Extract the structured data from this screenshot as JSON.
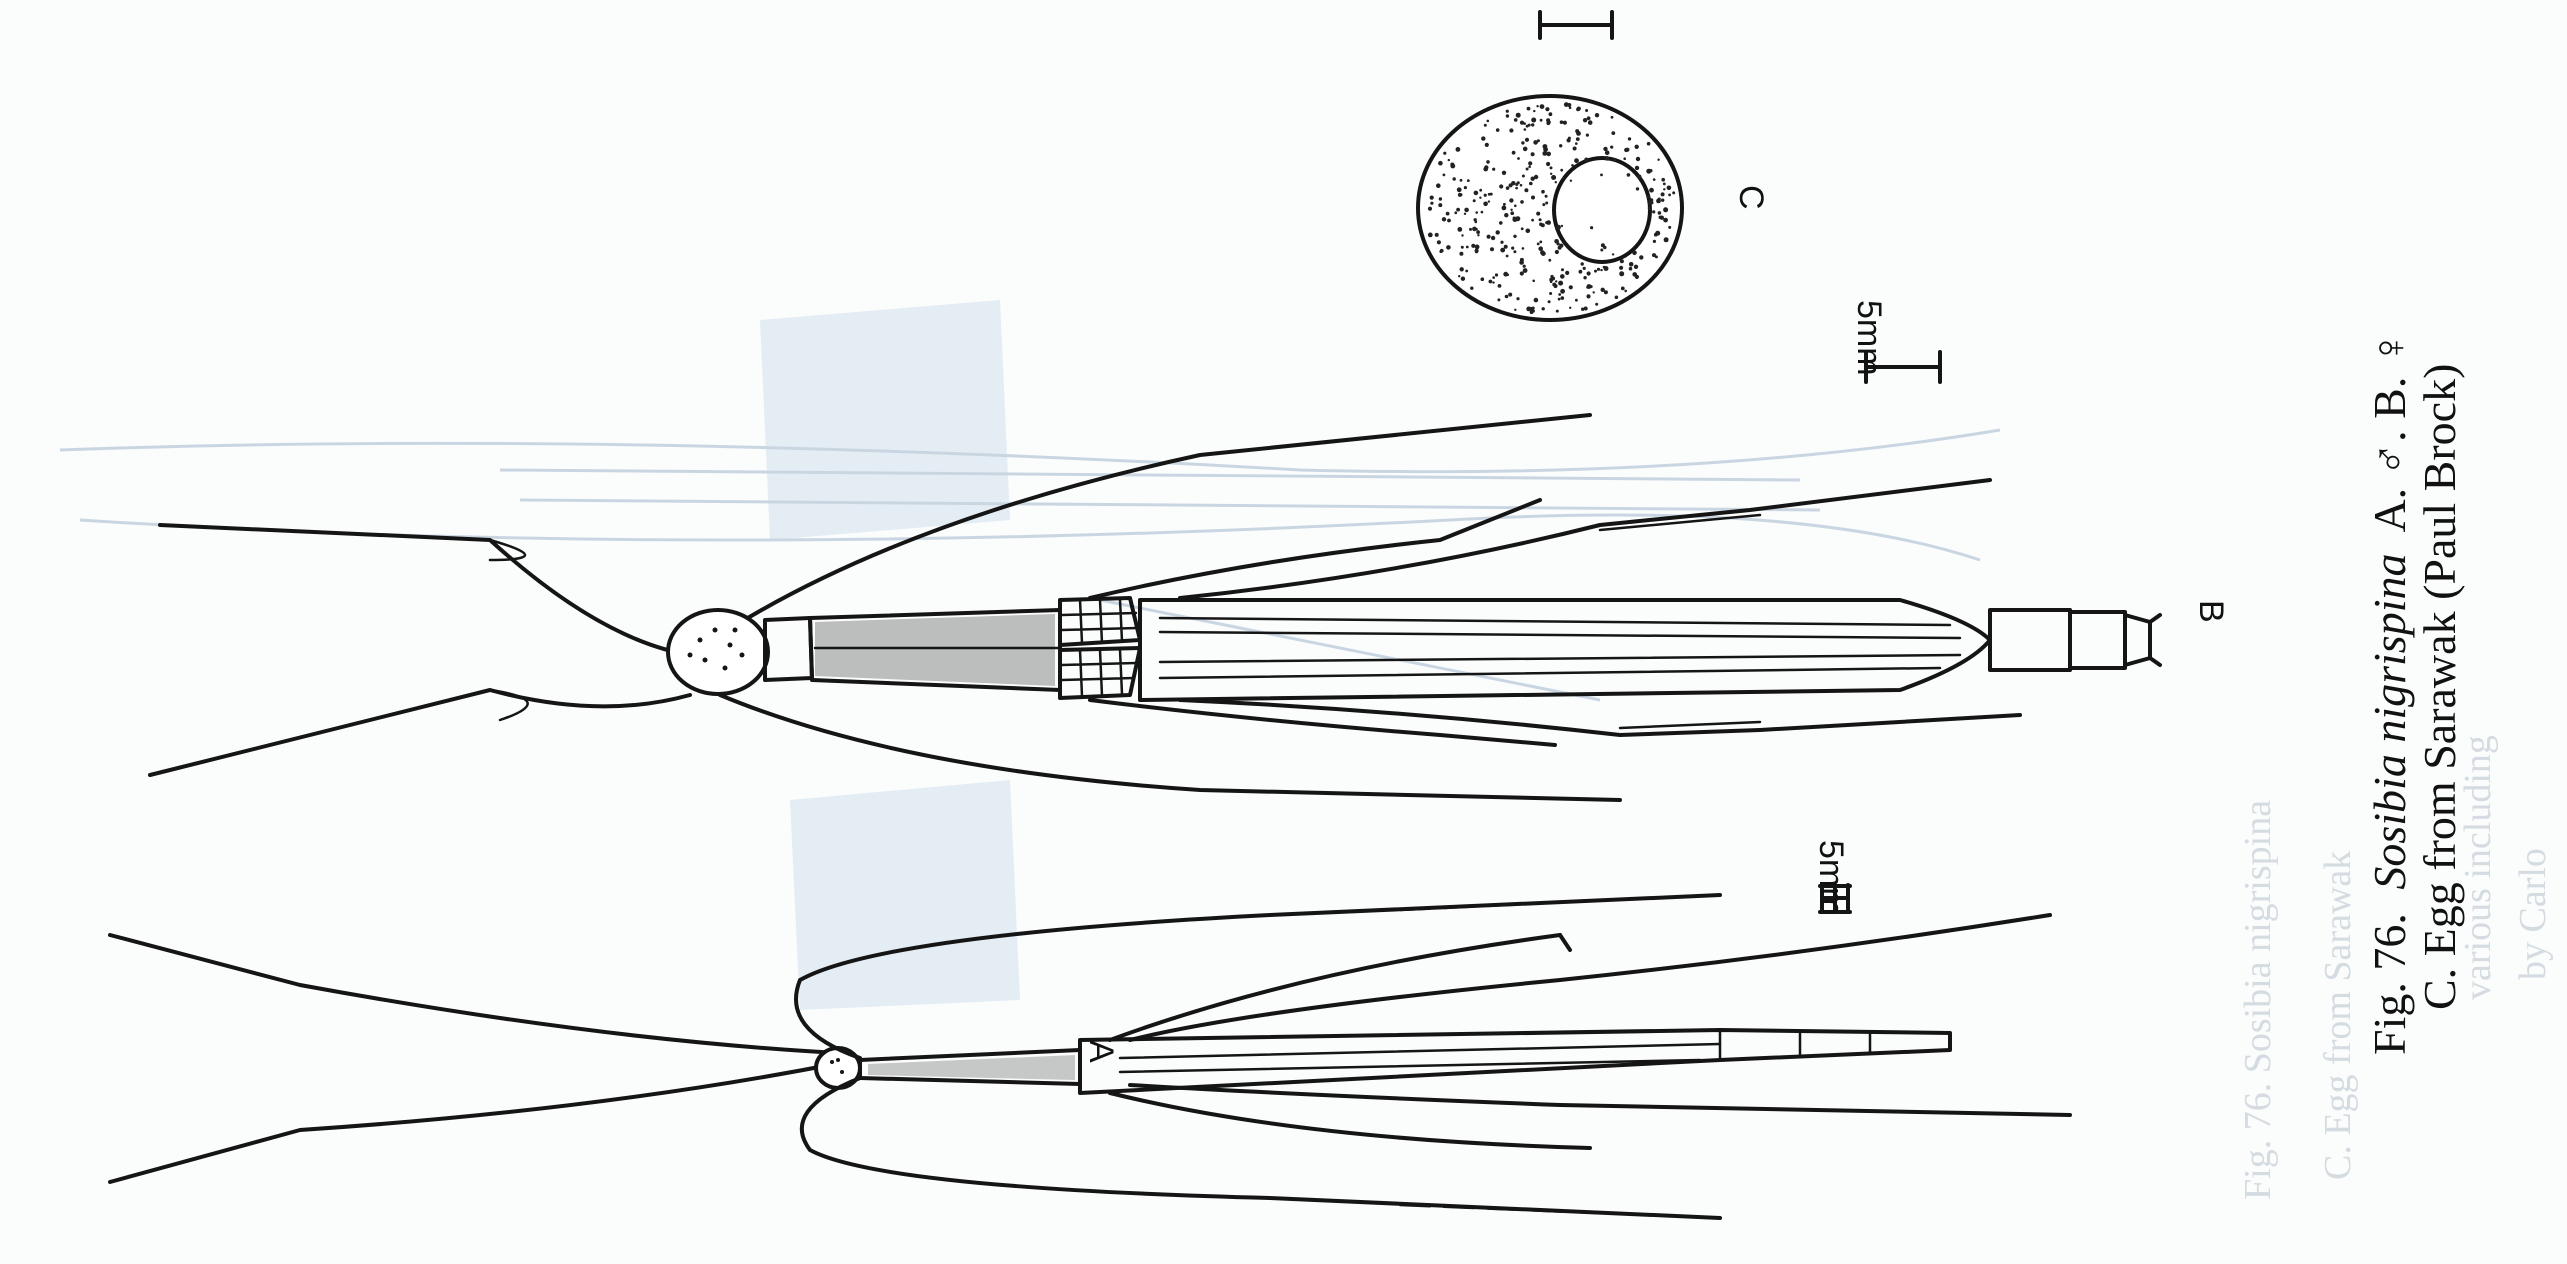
{
  "figure": {
    "panel_labels": {
      "a": "A",
      "b": "B",
      "c": "C"
    },
    "scale_bar_label": "5mm",
    "caption": {
      "fig_number": "Fig. 76.",
      "species": "Sosibia nigrispina",
      "line1_rest": "A. ♂. B. ♀",
      "line2": "C. Egg from Sarawak  (Paul Brock)"
    },
    "bleed_through_text": [
      "Fig. 76. Sosibia nigrispina",
      "C. Egg from Sarawak",
      "various including",
      "by Carlo"
    ]
  }
}
